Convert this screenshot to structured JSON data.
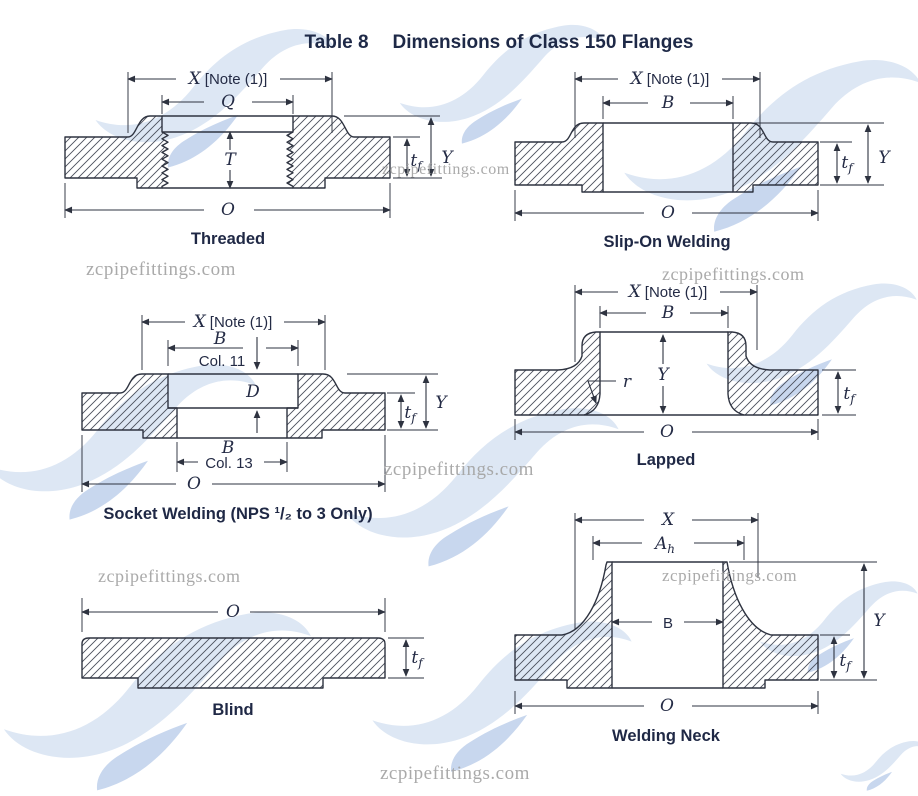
{
  "title": {
    "table": "Table 8",
    "name": "Dimensions of Class 150 Flanges"
  },
  "watermark": {
    "text": "zcpipefittings.com"
  },
  "colors": {
    "ink": "#242b45",
    "line": "#2e3340",
    "title_navy": "#1e2947",
    "watermark_gray": "#a6a6a6",
    "swoosh_light_blue": "#dde7f4",
    "swoosh_accent_blue": "#c8d7ee",
    "background": "#ffffff"
  },
  "diagrams": {
    "threaded": {
      "caption": "Threaded",
      "x": "X",
      "note": "[Note (1)]",
      "q": "Q",
      "t": "T",
      "o": "O",
      "tf": "t",
      "tf_sub": "f",
      "y": "Y"
    },
    "slip_on": {
      "caption": "Slip-On Welding",
      "x": "X",
      "note": "[Note (1)]",
      "b": "B",
      "o": "O",
      "tf": "t",
      "tf_sub": "f",
      "y": "Y"
    },
    "socket": {
      "caption": "Socket Welding (NPS ¹/₂ to 3 Only)",
      "x": "X",
      "note": "[Note (1)]",
      "b_top": "B",
      "col11": "Col. 11",
      "d": "D",
      "b_bot": "B",
      "col13": "Col. 13",
      "o": "O",
      "tf": "t",
      "tf_sub": "f",
      "y": "Y"
    },
    "lapped": {
      "caption": "Lapped",
      "x": "X",
      "note": "[Note (1)]",
      "b": "B",
      "y": "Y",
      "r": "r",
      "o": "O",
      "tf": "t",
      "tf_sub": "f"
    },
    "blind": {
      "caption": "Blind",
      "o": "O",
      "tf": "t",
      "tf_sub": "f"
    },
    "welding_neck": {
      "caption": "Welding Neck",
      "x": "X",
      "a": "A",
      "a_sub": "h",
      "b": "B",
      "y": "Y",
      "o": "O",
      "tf": "t",
      "tf_sub": "f"
    }
  }
}
